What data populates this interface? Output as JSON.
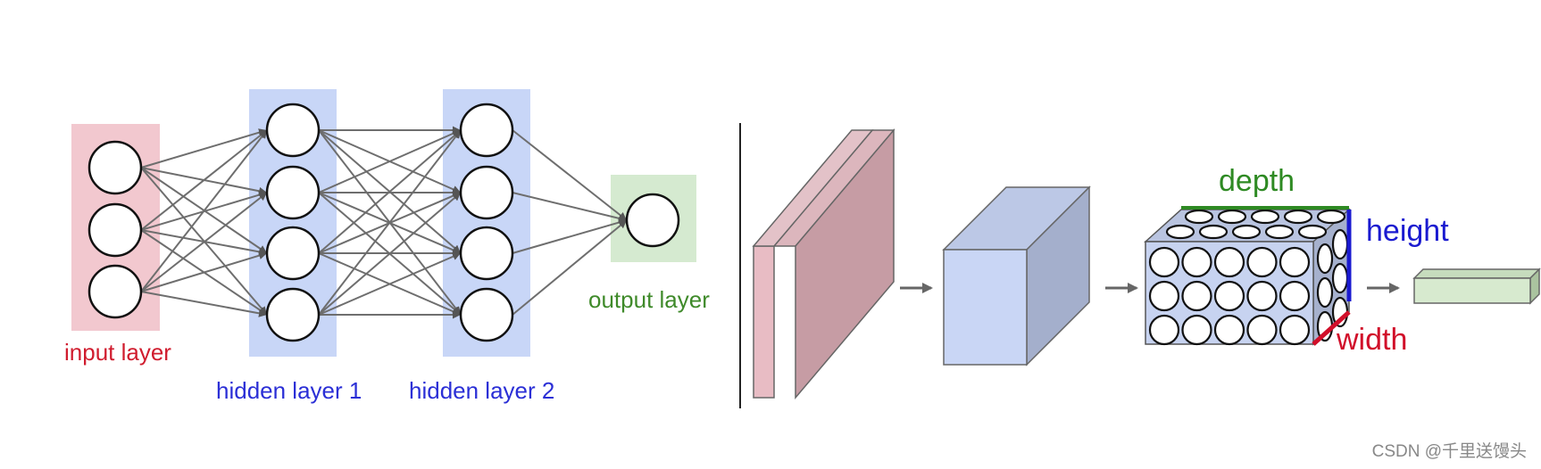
{
  "left_network": {
    "layers": [
      {
        "label": "input layer",
        "color": "#d01c2e",
        "band": "#f2c8cf",
        "neurons": 3
      },
      {
        "label": "hidden layer 1",
        "color": "#2b2fd6",
        "band": "#c8d6f7",
        "neurons": 4
      },
      {
        "label": "hidden layer 2",
        "color": "#2b2fd6",
        "band": "#c8d6f7",
        "neurons": 4
      },
      {
        "label": "output layer",
        "color": "#3f8a2a",
        "band": "#d5ead0",
        "neurons": 1
      }
    ]
  },
  "right_cnn": {
    "depth_label": "depth",
    "height_label": "height",
    "width_label": "width",
    "colors": {
      "depth": "#2e8a23",
      "height": "#1a1ad0",
      "width": "#d10f2a"
    }
  },
  "watermark": "CSDN @千里送馒头"
}
